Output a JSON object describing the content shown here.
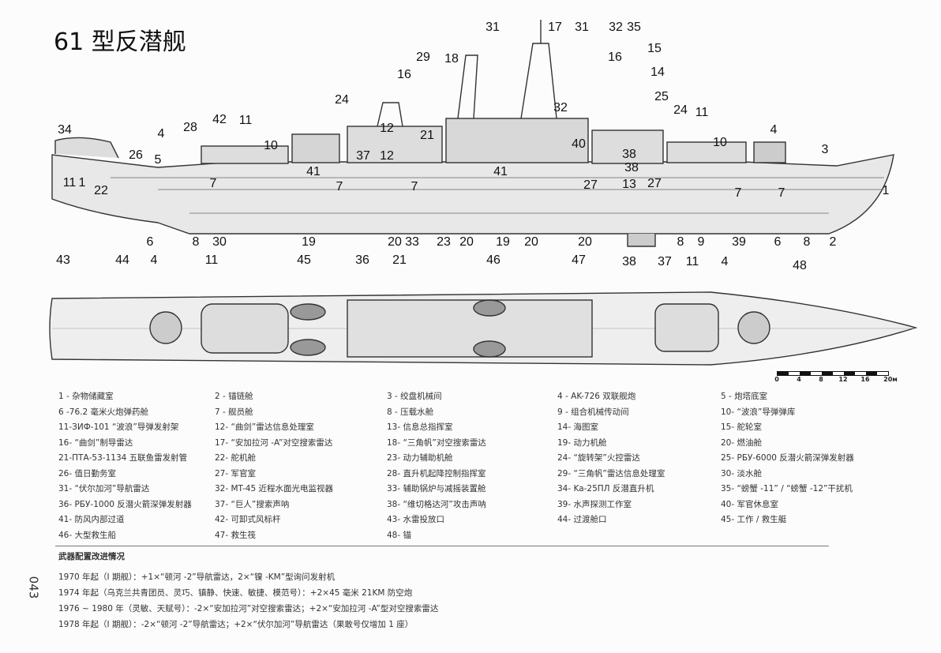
{
  "title": "61 型反潜舰",
  "page_number": "043",
  "side_callouts": [
    "31",
    "17",
    "31",
    "32",
    "35",
    "29",
    "18",
    "16",
    "15",
    "16",
    "14",
    "24",
    "25",
    "24",
    "42",
    "11",
    "11",
    "4",
    "34",
    "4",
    "28",
    "10",
    "21",
    "3",
    "26",
    "5",
    "32",
    "40",
    "10",
    "12",
    "37",
    "12",
    "41",
    "41",
    "38",
    "38",
    "13",
    "27",
    "27",
    "7",
    "7",
    "7",
    "7",
    "7",
    "11",
    "1",
    "22",
    "1",
    "6",
    "8",
    "30",
    "19",
    "20",
    "33",
    "23",
    "20",
    "19",
    "20",
    "20",
    "8",
    "9",
    "39",
    "6",
    "8",
    "2",
    "38",
    "37"
  ],
  "plan_callouts": [
    "43",
    "44",
    "4",
    "11",
    "45",
    "36",
    "21",
    "46",
    "47",
    "11",
    "4",
    "48"
  ],
  "scale": {
    "ticks": [
      "0",
      "4",
      "8",
      "12",
      "16",
      "20м"
    ]
  },
  "legend": [
    "1 - 杂物储藏室",
    "2 - 锚链舱",
    "3 - 绞盘机械间",
    "4 - AK-726 双联舰炮",
    "5 - 炮塔底室",
    "6 -76.2 毫米火炮弹药舱",
    "7 - 舰员舱",
    "8 - 压载水舱",
    "9 - 组合机械传动间",
    "10- “波浪”导弹弹库",
    "11-ЗИФ-101 “波浪”导弹发射架",
    "12- “曲剑”雷达信息处理室",
    "13- 信息总指挥室",
    "14- 海图室",
    "15- 舵轮室",
    "16- “曲剑”制导雷达",
    "17- “安加拉河 -A”对空搜索雷达",
    "18- “三角帆”对空搜索雷达",
    "19- 动力机舱",
    "20- 燃油舱",
    "21-ПТА-53-1134 五联鱼雷发射管",
    "22- 舵机舱",
    "23- 动力辅助机舱",
    "24- “旋转架”火控雷达",
    "25- РБУ-6000 反潜火箭深弹发射器",
    "26- 值日勤务室",
    "27- 军官室",
    "28- 直升机起降控制指挥室",
    "29- “三角帆”雷达信息处理室",
    "30- 淡水舱",
    "31- “伏尔加河”导航雷达",
    "32- MT-45 近程水面光电监视器",
    "33- 辅助锅炉与减摇装置舱",
    "34- Ka-25ПЛ 反潜直升机",
    "35- “螃蟹 -11” / “螃蟹 -12”干扰机",
    "36- РБУ-1000 反潜火箭深弹发射器",
    "37- “巨人”搜索声呐",
    "38- “维切格达河”攻击声呐",
    "39- 水声探测工作室",
    "40- 军官休息室",
    "41- 防风内部过道",
    "42- 可卸式风标杆",
    "43- 水雷投放口",
    "44- 过渡舱口",
    "45- 工作 / 救生艇",
    "46- 大型救生船",
    "47- 救生筏",
    "48- 锚"
  ],
  "notes": {
    "heading": "武器配置改进情况",
    "lines": [
      "1970 年起（I 期舰）：+1×“顿河 -2”导航雷达，2×“镍 -KM”型询问发射机",
      "1974 年起（乌克兰共青团员、灵巧、镇静、快速、敏捷、模范号）：+2×45 毫米 21KM 防空炮",
      "1976 ~ 1980 年（灵敏、天赋号）：-2×“安加拉河”对空搜索雷达；+2×“安加拉河 -A”型对空搜索雷达",
      "1978 年起（I 期舰）：-2×“顿河 -2”导航雷达；+2×“伏尔加河”导航雷达（果敢号仅增加 1 座）"
    ]
  }
}
